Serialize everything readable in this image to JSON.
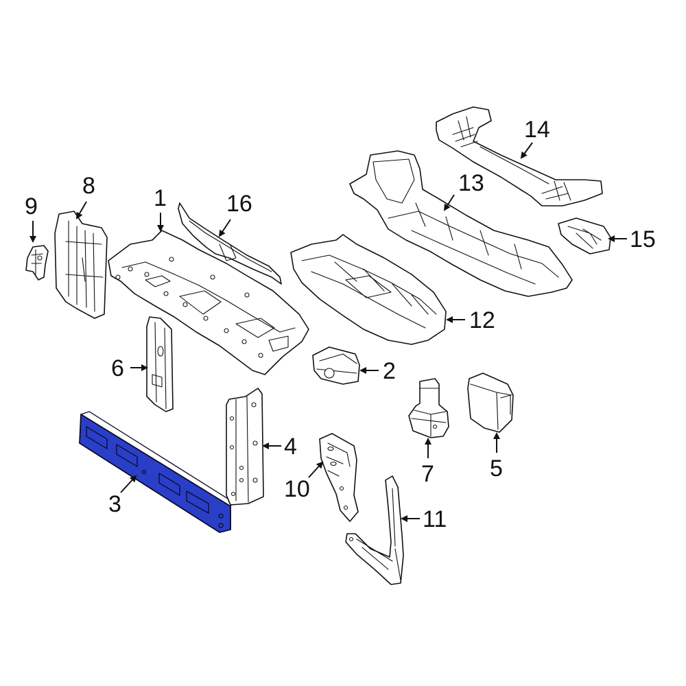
{
  "highlight_color": "#2a3fc7",
  "callouts": {
    "c1": "1",
    "c2": "2",
    "c3": "3",
    "c4": "4",
    "c5": "5",
    "c6": "6",
    "c7": "7",
    "c8": "8",
    "c9": "9",
    "c10": "10",
    "c11": "11",
    "c12": "12",
    "c13": "13",
    "c14": "14",
    "c15": "15",
    "c16": "16"
  }
}
